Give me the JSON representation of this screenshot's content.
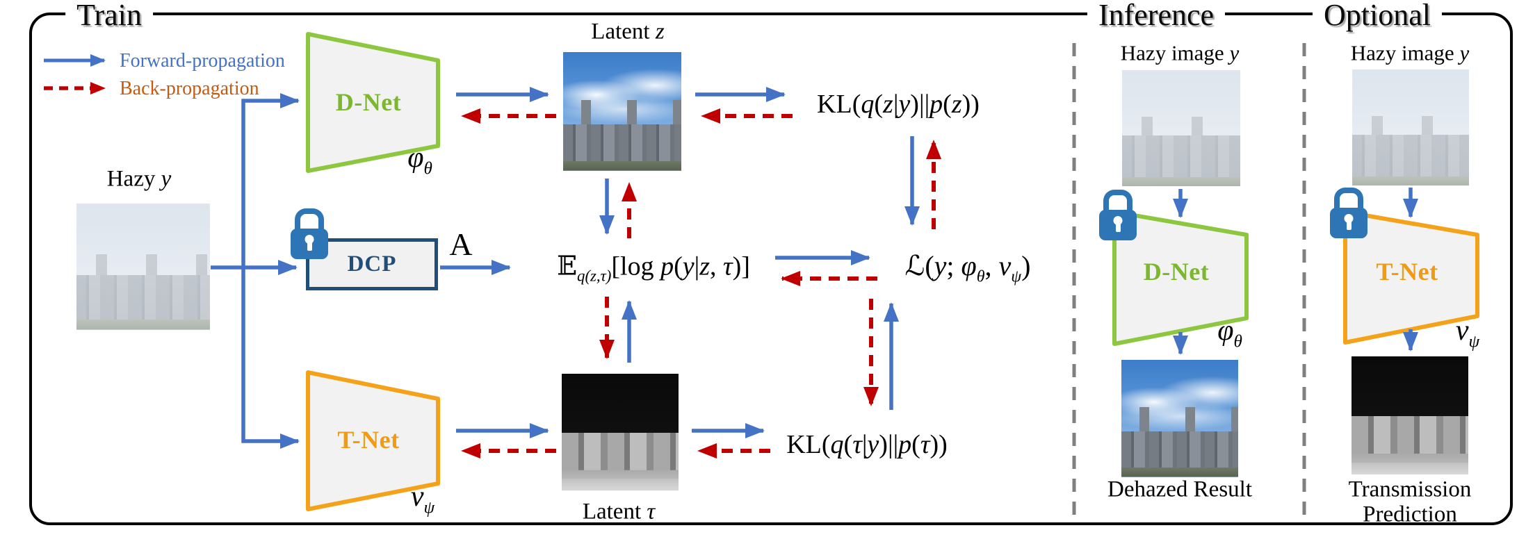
{
  "titles": {
    "train": "Train",
    "inference": "Inference",
    "optional": "Optional"
  },
  "legend": {
    "forward_label": "Forward-propagation",
    "backward_label": "Back-propagation"
  },
  "colors": {
    "forward_blue": "#4472C4",
    "backward_red": "#C00000",
    "backward_text_orange": "#C55A11",
    "dnet_green": "#8DC63F",
    "tnet_orange": "#F5A21B",
    "dcp_navy": "#1F4E79",
    "lock_blue": "#2E75B6",
    "divider_gray": "#7F7F7F"
  },
  "icons": {
    "lock": "padlock-closed"
  },
  "images": {
    "hazy": "hazy cityscape photo",
    "clear": "clear dehazed cityscape photo",
    "transmission": "grayscale transmission map"
  },
  "train": {
    "hazy_label": [
      {
        "t": "Hazy "
      },
      {
        "t": "y",
        "i": 1
      }
    ],
    "dnet_label": "D-Net",
    "dnet_param": [
      {
        "t": "φ",
        "i": 1
      },
      {
        "t": "θ",
        "i": 1,
        "sub": 1
      }
    ],
    "dcp_label": "DCP",
    "dcp_output": "A",
    "tnet_label": "T-Net",
    "tnet_param": [
      {
        "t": "ν",
        "i": 1
      },
      {
        "t": "ψ",
        "i": 1,
        "sub": 1
      }
    ],
    "latent_z_label": [
      {
        "t": "Latent "
      },
      {
        "t": "z",
        "i": 1
      }
    ],
    "latent_tau_label": [
      {
        "t": "Latent "
      },
      {
        "t": "τ",
        "i": 1
      }
    ],
    "kl_z": [
      {
        "t": "KL("
      },
      {
        "t": "q",
        "i": 1
      },
      {
        "t": "("
      },
      {
        "t": "z",
        "i": 1
      },
      {
        "t": "|"
      },
      {
        "t": "y",
        "i": 1
      },
      {
        "t": ")||"
      },
      {
        "t": "p",
        "i": 1
      },
      {
        "t": "("
      },
      {
        "t": "z",
        "i": 1
      },
      {
        "t": "))"
      }
    ],
    "kl_tau": [
      {
        "t": "KL("
      },
      {
        "t": "q",
        "i": 1
      },
      {
        "t": "("
      },
      {
        "t": "τ",
        "i": 1
      },
      {
        "t": "|"
      },
      {
        "t": "y",
        "i": 1
      },
      {
        "t": ")||"
      },
      {
        "t": "p",
        "i": 1
      },
      {
        "t": "("
      },
      {
        "t": "τ",
        "i": 1
      },
      {
        "t": "))"
      }
    ],
    "expectation": [
      {
        "t": "𝔼"
      },
      {
        "t": "q(z,τ)",
        "i": 1,
        "sub": 1
      },
      {
        "t": "[log "
      },
      {
        "t": "p",
        "i": 1
      },
      {
        "t": "("
      },
      {
        "t": "y",
        "i": 1
      },
      {
        "t": "|"
      },
      {
        "t": "z",
        "i": 1
      },
      {
        "t": ", "
      },
      {
        "t": "τ",
        "i": 1
      },
      {
        "t": ")]"
      }
    ],
    "loss": [
      {
        "t": "ℒ"
      },
      {
        "t": "("
      },
      {
        "t": "y",
        "i": 1
      },
      {
        "t": "; "
      },
      {
        "t": "φ",
        "i": 1
      },
      {
        "t": "θ",
        "i": 1,
        "sub": 1
      },
      {
        "t": ", "
      },
      {
        "t": "ν",
        "i": 1
      },
      {
        "t": "ψ",
        "i": 1,
        "sub": 1
      },
      {
        "t": ")"
      }
    ]
  },
  "inference": {
    "hazy_label": [
      {
        "t": "Hazy image "
      },
      {
        "t": "y",
        "i": 1
      }
    ],
    "dnet_label": "D-Net",
    "dnet_param": [
      {
        "t": "φ",
        "i": 1
      },
      {
        "t": "θ",
        "i": 1,
        "sub": 1
      }
    ],
    "result_label": "Dehazed Result"
  },
  "optional": {
    "hazy_label": [
      {
        "t": "Hazy image "
      },
      {
        "t": "y",
        "i": 1
      }
    ],
    "tnet_label": "T-Net",
    "tnet_param": [
      {
        "t": "ν",
        "i": 1
      },
      {
        "t": "ψ",
        "i": 1,
        "sub": 1
      }
    ],
    "result_label_line1": "Transmission",
    "result_label_line2": "Prediction"
  }
}
